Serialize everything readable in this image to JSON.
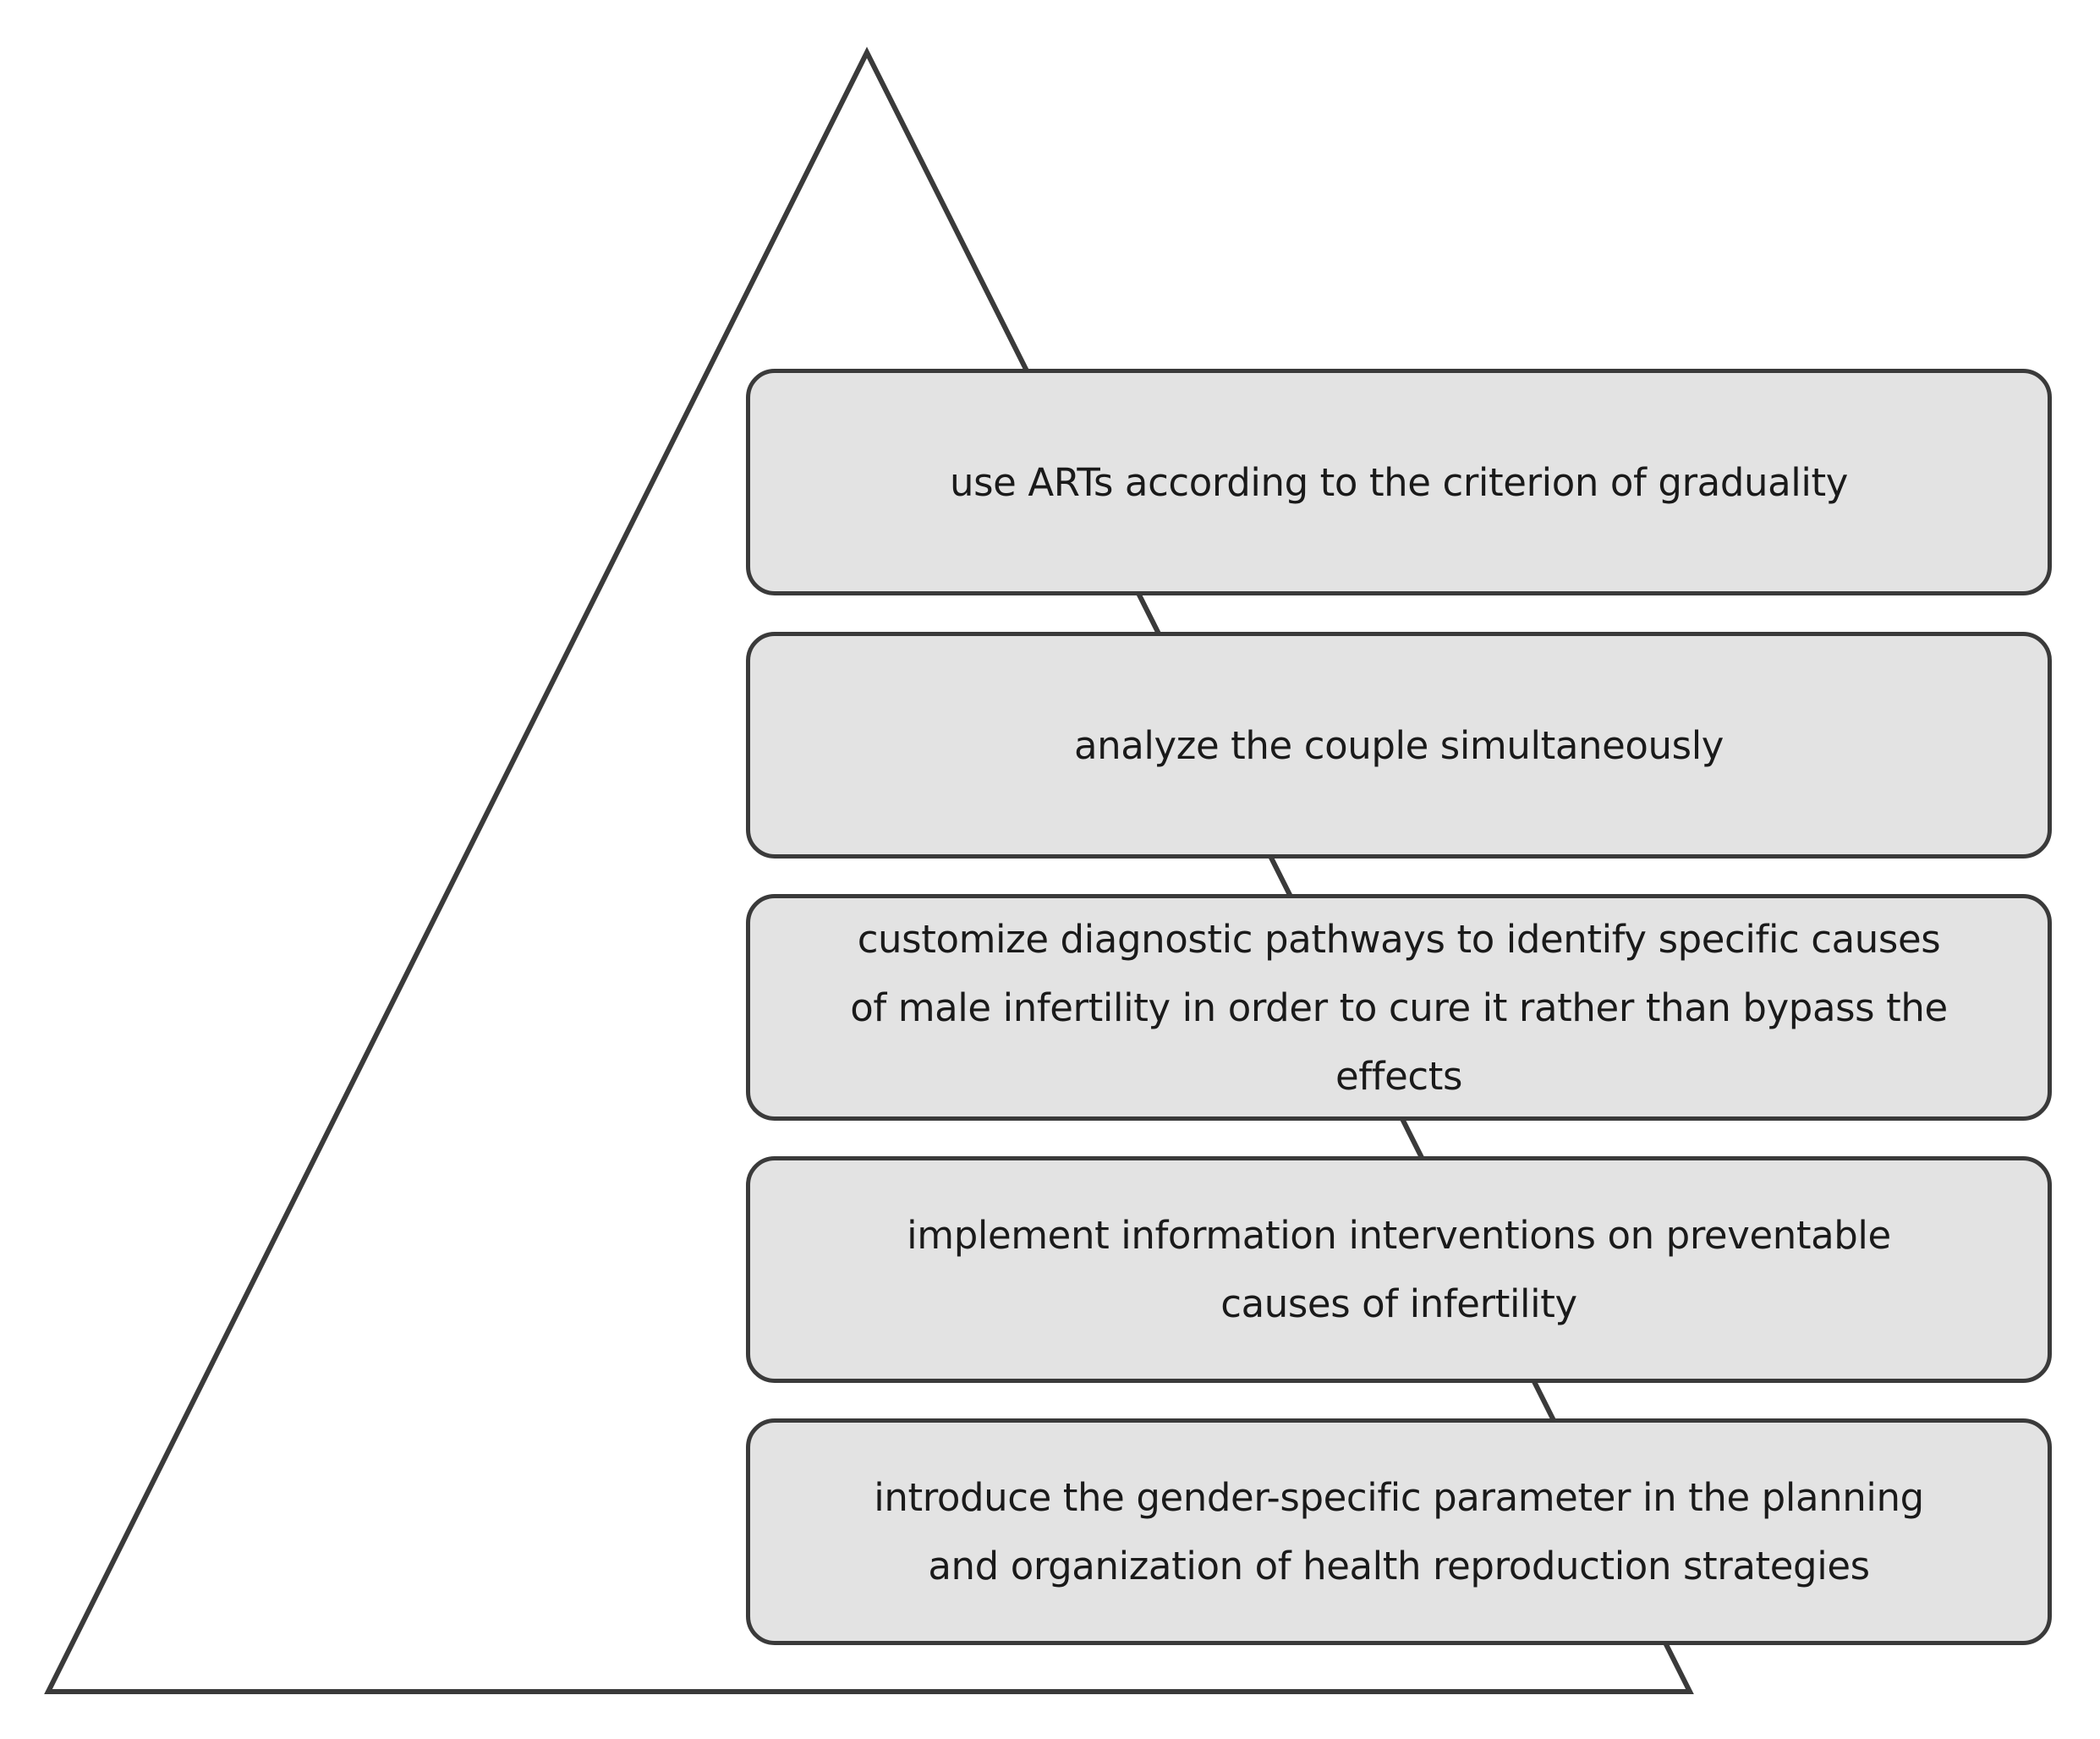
{
  "pyramid": {
    "levels": [
      {
        "text": "use ARTs according to the criterion of graduality"
      },
      {
        "text": "analyze the couple simultaneously"
      },
      {
        "text": "customize diagnostic pathways to identify specific causes\nof male infertility in order to cure it rather than bypass the effects"
      },
      {
        "text": "implement information interventions on preventable\ncauses of infertility"
      },
      {
        "text": "introduce the gender-specific parameter in the planning\nand organization of health reproduction strategies"
      }
    ]
  },
  "colors": {
    "box_fill": "#e3e3e3",
    "outline": "#3a3a3a",
    "text": "#1a1a1a",
    "background": "#ffffff"
  }
}
